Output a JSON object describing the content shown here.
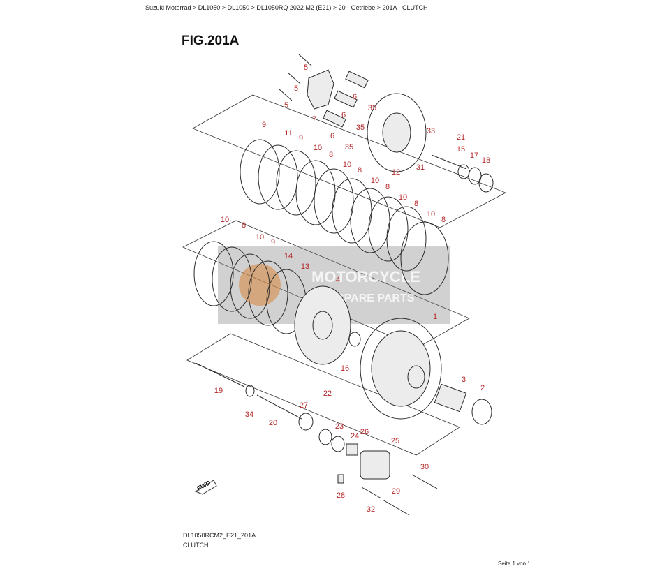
{
  "breadcrumb": "Suzuki Motorrad > DL1050 > DL1050 > DL1050RQ 2022 M2 (E21) > 20 - Getriebe > 201A - CLUTCH",
  "figure": {
    "title": "FIG.201A",
    "code": "DL1050RCM2_E21_201A",
    "name": "CLUTCH"
  },
  "footer": {
    "page": "Seite 1 von 1"
  },
  "watermark": {
    "line1": "MOTORCYCLE",
    "line2": "SPARE PARTS"
  },
  "fwd_label": "FWD",
  "callouts": [
    {
      "label": "5"
    },
    {
      "label": "5"
    },
    {
      "label": "5"
    },
    {
      "label": "7"
    },
    {
      "label": "6"
    },
    {
      "label": "6"
    },
    {
      "label": "6"
    },
    {
      "label": "35"
    },
    {
      "label": "35"
    },
    {
      "label": "35"
    },
    {
      "label": "12"
    },
    {
      "label": "33"
    },
    {
      "label": "21"
    },
    {
      "label": "31"
    },
    {
      "label": "15"
    },
    {
      "label": "17"
    },
    {
      "label": "18"
    },
    {
      "label": "9"
    },
    {
      "label": "11"
    },
    {
      "label": "9"
    },
    {
      "label": "10"
    },
    {
      "label": "8"
    },
    {
      "label": "10"
    },
    {
      "label": "8"
    },
    {
      "label": "10"
    },
    {
      "label": "8"
    },
    {
      "label": "10"
    },
    {
      "label": "8"
    },
    {
      "label": "10"
    },
    {
      "label": "8"
    },
    {
      "label": "10"
    },
    {
      "label": "8"
    },
    {
      "label": "10"
    },
    {
      "label": "9"
    },
    {
      "label": "14"
    },
    {
      "label": "13"
    },
    {
      "label": "4"
    },
    {
      "label": "1"
    },
    {
      "label": "16"
    },
    {
      "label": "3"
    },
    {
      "label": "2"
    },
    {
      "label": "19"
    },
    {
      "label": "34"
    },
    {
      "label": "20"
    },
    {
      "label": "27"
    },
    {
      "label": "22"
    },
    {
      "label": "23"
    },
    {
      "label": "26"
    },
    {
      "label": "24"
    },
    {
      "label": "25"
    },
    {
      "label": "30"
    },
    {
      "label": "28"
    },
    {
      "label": "29"
    },
    {
      "label": "32"
    }
  ]
}
